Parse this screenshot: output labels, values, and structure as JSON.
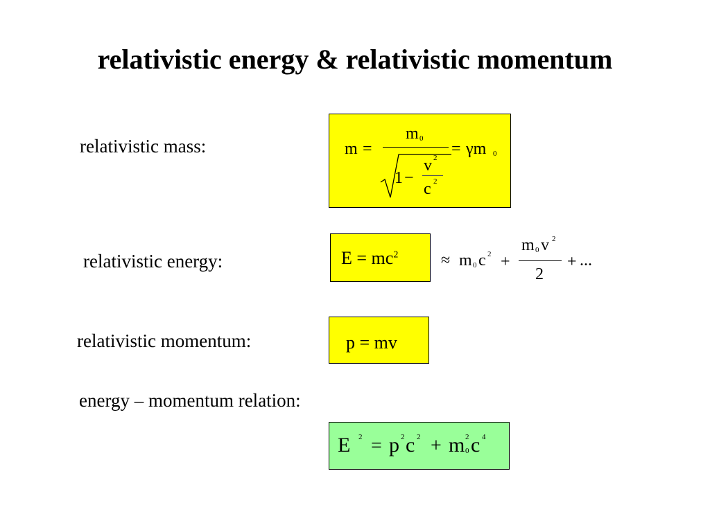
{
  "title": "relativistic energy & relativistic momentum",
  "colors": {
    "yellow": "#FFFF00",
    "green": "#99FF99"
  },
  "mass": {
    "label": "relativistic mass:",
    "m": "m",
    "eq": "=",
    "m0": "m",
    "sub0": "0",
    "one": "1",
    "minus": "−",
    "v": "v",
    "c": "c",
    "sq": "2",
    "eq2": "=",
    "gamma_m": "γm"
  },
  "energy": {
    "label": "relativistic energy:",
    "formula_E": "E = mc",
    "formula_sup": "2",
    "approx": "≈",
    "m": "m",
    "sub0": "0",
    "c": "c",
    "sq": "2",
    "plus": "+",
    "frac_m": "m",
    "frac_v": "v",
    "denom": "2",
    "plus2": "+",
    "ellipsis": "..."
  },
  "momentum": {
    "label": "relativistic momentum:",
    "formula": "p = mv"
  },
  "relation": {
    "label": "energy – momentum relation:",
    "E": "E",
    "sq": "2",
    "eq": "=",
    "p": "p",
    "c": "c",
    "plus": "+",
    "m": "m",
    "sub0": "0",
    "four": "4"
  }
}
